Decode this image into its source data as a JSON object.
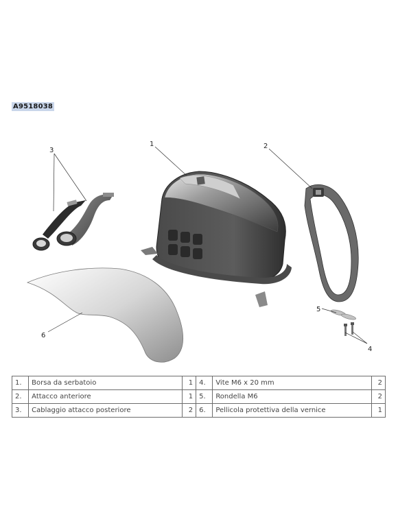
{
  "document": {
    "code": "A9518038"
  },
  "callouts": [
    "1",
    "2",
    "3",
    "4",
    "5",
    "6"
  ],
  "parts": [
    {
      "left": {
        "num": "1.",
        "desc": "Borsa da serbatoio",
        "qty": "1"
      },
      "right": {
        "num": "4.",
        "desc": "Vite M6 x 20 mm",
        "qty": "2"
      }
    },
    {
      "left": {
        "num": "2.",
        "desc": "Attacco anteriore",
        "qty": "1"
      },
      "right": {
        "num": "5.",
        "desc": "Rondella M6",
        "qty": "2"
      }
    },
    {
      "left": {
        "num": "3.",
        "desc": "Cablaggio attacco posteriore",
        "qty": "2"
      },
      "right": {
        "num": "6.",
        "desc": "Pellicola protettiva della vernice",
        "qty": "1"
      }
    }
  ]
}
